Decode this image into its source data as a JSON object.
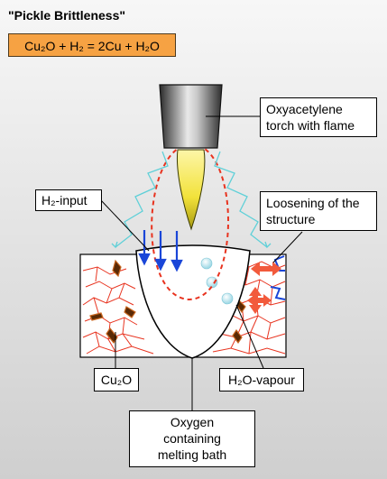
{
  "title": "\"Pickle Brittleness\"",
  "equation": "Cu₂O + H₂ = 2Cu + H₂O",
  "labels": {
    "torch": [
      "Oxyacetylene",
      "torch with flame"
    ],
    "h2_input": "H₂-input",
    "loosening": [
      "Loosening of the",
      "structure"
    ],
    "cu2o": "Cu₂O",
    "h2o_vapour": "H₂O-vapour",
    "bath": [
      "Oxygen",
      "containing",
      "melting bath"
    ]
  },
  "colors": {
    "equation_fill": "#f6a243",
    "flame_arrows": "#5fd0d8",
    "h2_arrows": "#1a46d8",
    "red_dashed": "#e8331f",
    "grain_lines": "#e8331f",
    "expansion_arrows": "#f25a3c"
  }
}
